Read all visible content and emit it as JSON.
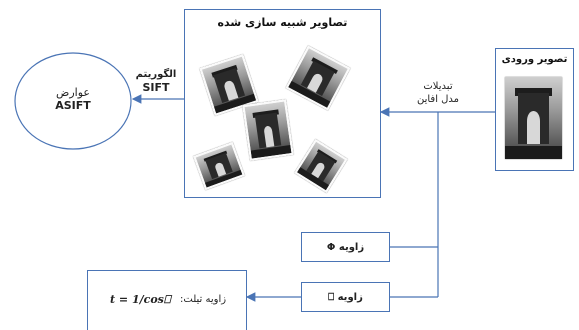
{
  "simulated_images": {
    "title": "تصاویر شبیه سازی شده"
  },
  "input_image": {
    "title": "تصویر ورودی"
  },
  "affine": {
    "line1": "تبدیلات",
    "line2": "مدل افاین"
  },
  "sift": {
    "line1": "الگوریتم",
    "line2": "SIFT"
  },
  "asift": {
    "line1": "عوارض",
    "line2": "ASIFT"
  },
  "phi_box": {
    "label": "زاویه Φ"
  },
  "theta_box": {
    "label": "زاویه ⎕"
  },
  "tilt_box": {
    "label": "زاویه تیلت:",
    "formula": "t = 1/cos⎕"
  },
  "colors": {
    "line": "#4a74b5",
    "arrow": "#4a74b5"
  }
}
